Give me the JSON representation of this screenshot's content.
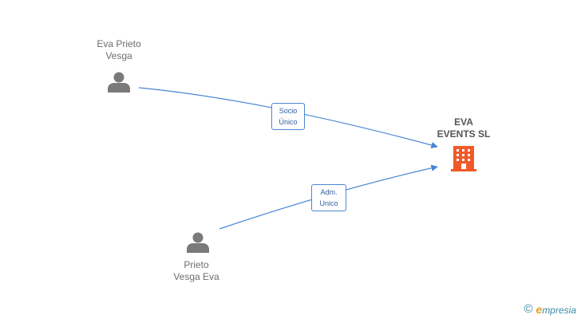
{
  "nodes": {
    "person1": {
      "label": "Eva Prieto\nVesga",
      "icon": "person-icon"
    },
    "person2": {
      "label": "Prieto\nVesga Eva",
      "icon": "person-icon"
    },
    "company": {
      "label": "EVA\nEVENTS SL",
      "icon": "building-icon"
    }
  },
  "edges": [
    {
      "from": "person1",
      "to": "company",
      "label": "Socio\nÚnico"
    },
    {
      "from": "person2",
      "to": "company",
      "label": "Adm.\nUnico"
    }
  ],
  "colors": {
    "edge": "#4a86d4",
    "person": "#7a7a7a",
    "company": "#f05a28"
  },
  "brand": {
    "copyright": "©",
    "initial": "e",
    "name": "mpresia"
  }
}
